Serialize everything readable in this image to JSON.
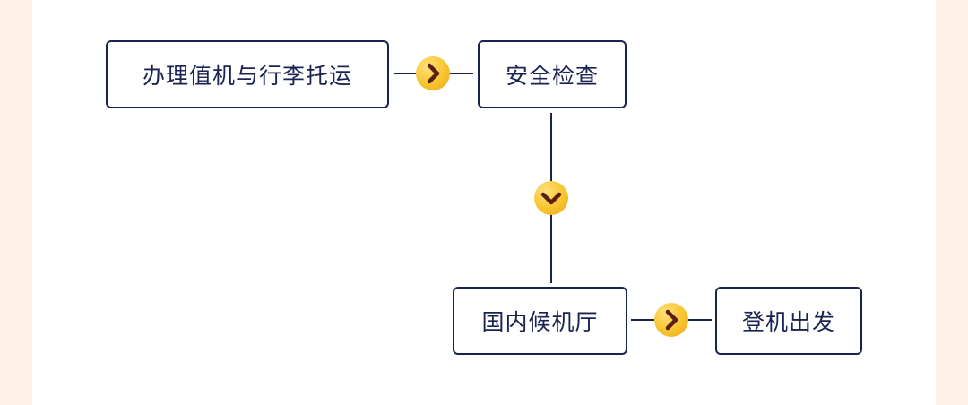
{
  "steps": [
    {
      "id": "checkin",
      "label": "办理值机与行李托运"
    },
    {
      "id": "security",
      "label": "安全检查"
    },
    {
      "id": "lounge",
      "label": "国内候机厅"
    },
    {
      "id": "boarding",
      "label": "登机出发"
    }
  ],
  "colors": {
    "box_border": "#1a2252",
    "arrow_fill": "#f8c42d",
    "arrow_glyph": "#5a1f10",
    "page_background": "#fdf0e6",
    "panel_background": "#ffffff"
  },
  "arrows": [
    {
      "icon": "chevron-right-icon"
    },
    {
      "icon": "chevron-down-icon"
    },
    {
      "icon": "chevron-right-icon"
    }
  ]
}
